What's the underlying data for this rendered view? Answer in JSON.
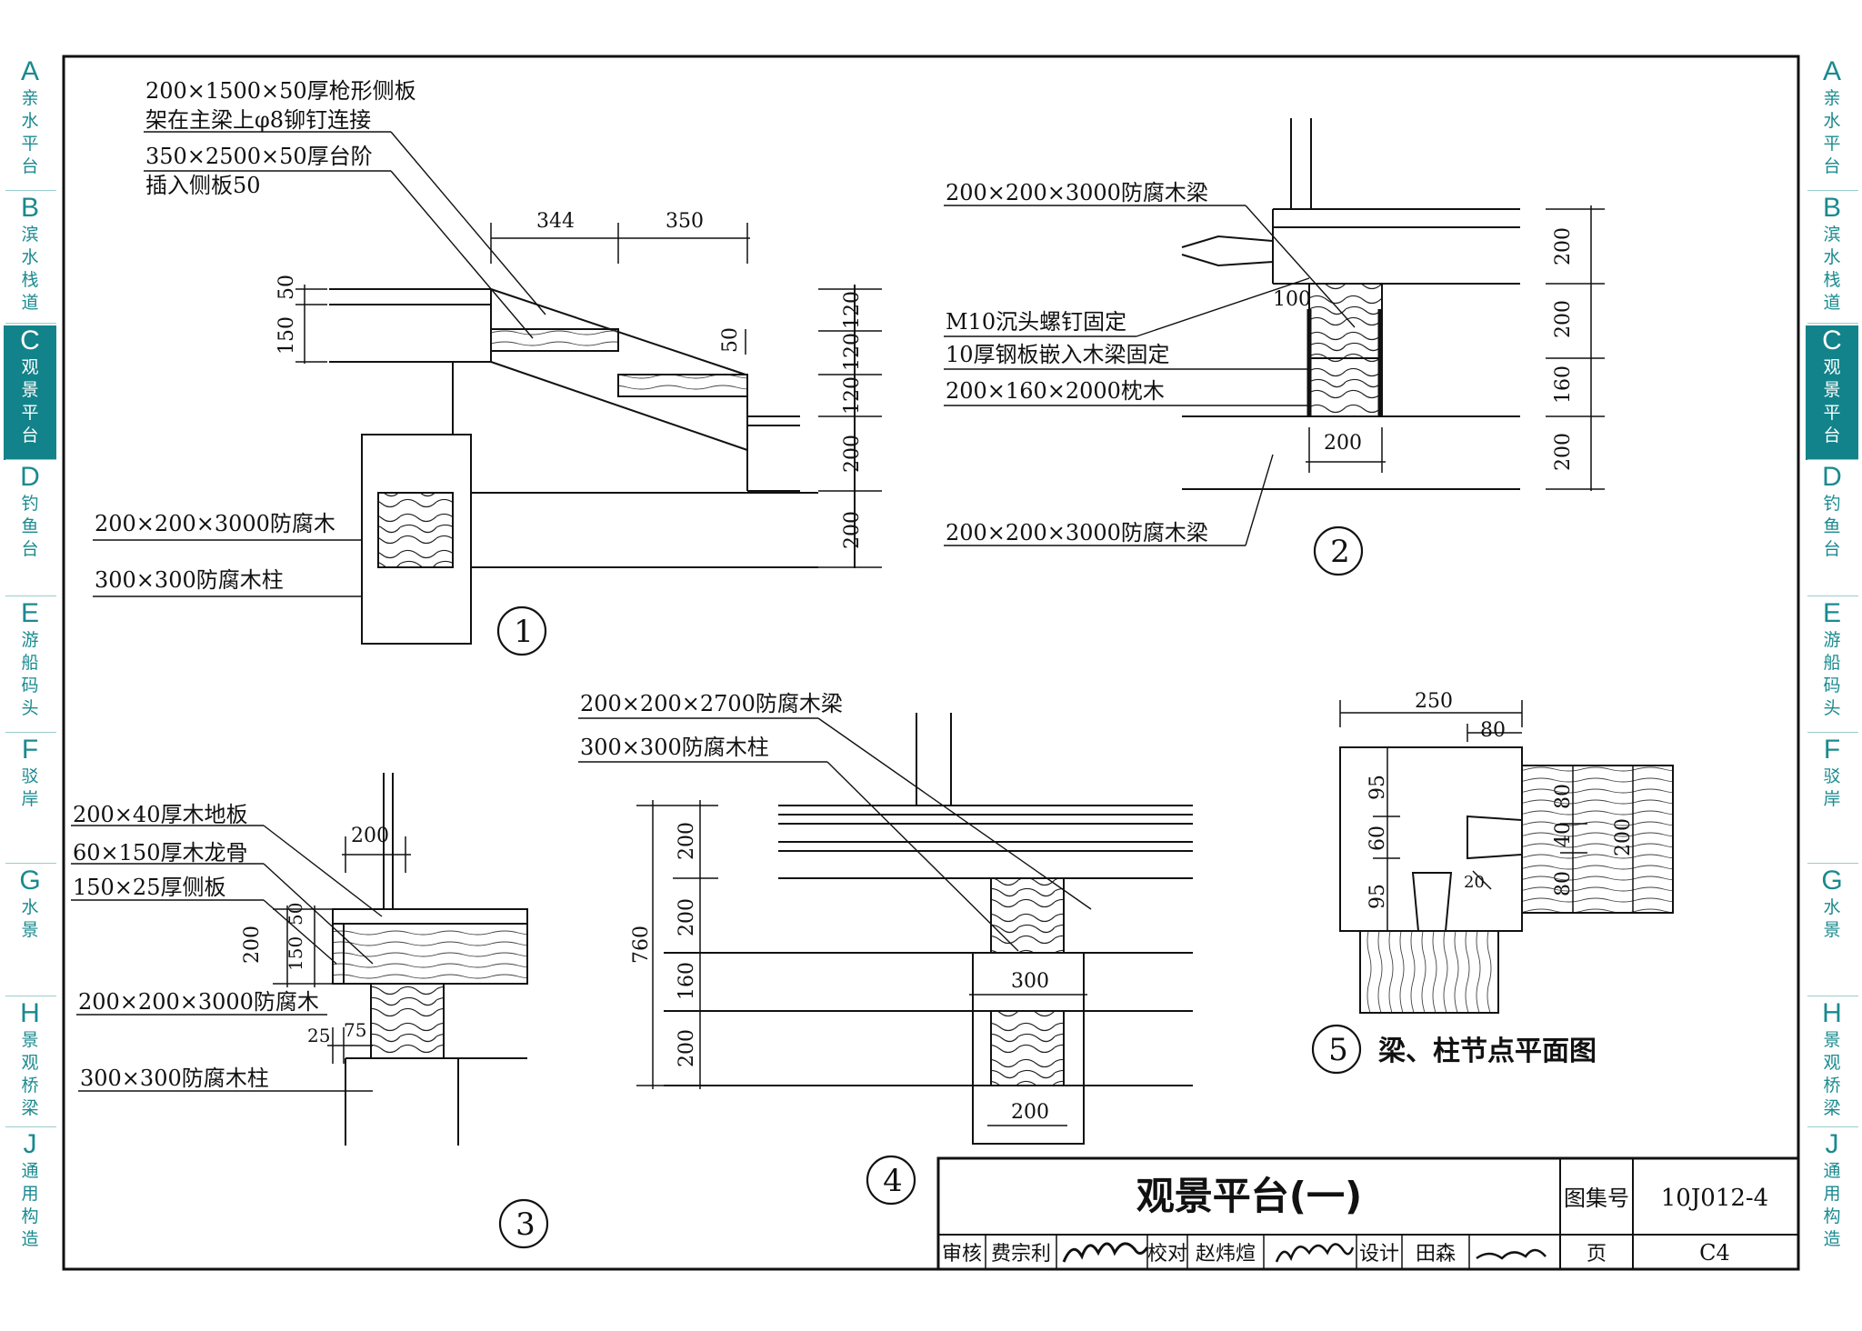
{
  "sidebar": {
    "accent": "#12838a",
    "tabs": [
      {
        "letter": "A",
        "name": "亲水平台"
      },
      {
        "letter": "B",
        "name": "滨水栈道"
      },
      {
        "letter": "C",
        "name": "观景平台",
        "active": true
      },
      {
        "letter": "D",
        "name": "钓鱼台"
      },
      {
        "letter": "E",
        "name": "游船码头"
      },
      {
        "letter": "F",
        "name": "驳岸"
      },
      {
        "letter": "G",
        "name": "水景"
      },
      {
        "letter": "H",
        "name": "景观桥梁"
      },
      {
        "letter": "J",
        "name": "通用构造"
      }
    ]
  },
  "detail1": {
    "num": "1",
    "note1a": "200×1500×50厚枪形侧板",
    "note1b": "架在主梁上φ8铆钉连接",
    "note2a": "350×2500×50厚台阶",
    "note2b": "插入侧板50",
    "beam": "200×200×3000防腐木",
    "column": "300×300防腐木柱",
    "dims": {
      "d344": "344",
      "d350": "350",
      "d150": "150",
      "d50a": "50",
      "d50b": "50",
      "d120a": "120",
      "d120b": "120",
      "d120c": "120",
      "d200a": "200",
      "d200b": "200"
    }
  },
  "detail2": {
    "num": "2",
    "beamTop": "200×200×3000防腐木梁",
    "bolt": "M10沉头螺钉固定",
    "plate": "10厚钢板嵌入木梁固定",
    "sleeper": "200×160×2000枕木",
    "beamBottom": "200×200×3000防腐木梁",
    "dims": {
      "d100": "100",
      "d200w": "200",
      "v200a": "200",
      "v200b": "200",
      "v160": "160",
      "v200c": "200"
    }
  },
  "detail3": {
    "num": "3",
    "floor": "200×40厚木地板",
    "joist": "60×150厚木龙骨",
    "sideboard": "150×25厚侧板",
    "beam": "200×200×3000防腐木",
    "column": "300×300防腐木柱",
    "dims": {
      "d200top": "200",
      "d200v": "200",
      "d150": "150",
      "d50": "50",
      "d25": "25",
      "d75": "75"
    }
  },
  "detail4": {
    "num": "4",
    "beam": "200×200×2700防腐木梁",
    "column": "300×300防腐木柱",
    "dims": {
      "d760": "760",
      "v200a": "200",
      "v200b": "200",
      "v160": "160",
      "v200c": "200",
      "d300": "300",
      "d200": "200"
    }
  },
  "detail5": {
    "num": "5",
    "caption": "梁、柱节点平面图",
    "dims": {
      "d250": "250",
      "d80": "80",
      "v95a": "95",
      "v60": "60",
      "v95b": "95",
      "v80a": "80",
      "v40": "40",
      "v80b": "80",
      "v200": "200",
      "d20": "20"
    }
  },
  "titleblock": {
    "title": "观景平台(一)",
    "atlasLabel": "图集号",
    "atlasNo": "10J012-4",
    "pageLabel": "页",
    "pageNo": "C4",
    "row": [
      "审核",
      "费宗利",
      "校对",
      "赵炜煊",
      "设计",
      "田森"
    ]
  }
}
